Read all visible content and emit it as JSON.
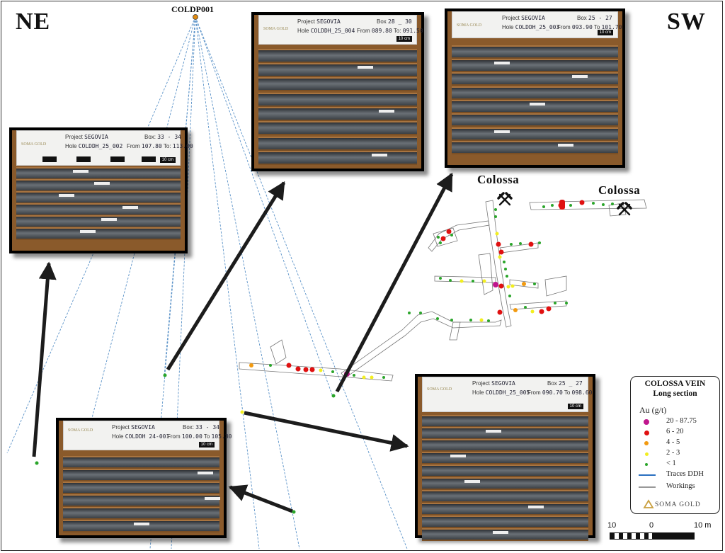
{
  "directions": {
    "left": "NE",
    "right": "SW"
  },
  "collar": {
    "label": "COLDP001"
  },
  "mines": [
    {
      "label": "Colossa"
    },
    {
      "label": "Colossa"
    }
  ],
  "core_boxes": [
    {
      "id": "box-a",
      "project": "SEGOVIA",
      "box": "33 - 34",
      "hole": "COLDDH_25_002",
      "from": "107.80",
      "to": "113.00",
      "brand": "SOMA GOLD",
      "scale": "10 cm"
    },
    {
      "id": "box-b",
      "project": "SEGOVIA",
      "box": "28 _ 30",
      "hole": "COLDDH_25_004",
      "from": "089.80",
      "to": "091.50",
      "brand": "SOMA GOLD",
      "scale": "10 cm"
    },
    {
      "id": "box-c",
      "project": "SEGOVIA",
      "box": "25 - 27",
      "hole": "COLDDH_25_003",
      "from": "093.90",
      "to": "101.70",
      "brand": "SOMA GOLD",
      "scale": "10 cm"
    },
    {
      "id": "box-d",
      "project": "SEGOVIA",
      "box": "33 - 34",
      "hole": "COLDDH 24-001",
      "from": "100.00",
      "to": "105.30",
      "brand": "SOMA GOLD",
      "scale": "10 cm"
    },
    {
      "id": "box-e",
      "project": "SEGOVIA",
      "box": "25 _ 27",
      "hole": "COLDDH_25_005",
      "from": "090.70",
      "to": "098.60",
      "brand": "SOMA GOLD",
      "scale": "10 cm"
    }
  ],
  "legend": {
    "title": "COLOSSA VEIN",
    "subtitle": "Long section",
    "unit": "Au (g/t)",
    "classes": [
      {
        "label": "20 - 87.75",
        "color": "#c0168d",
        "size": 8
      },
      {
        "label": "6 - 20",
        "color": "#e01010",
        "size": 7
      },
      {
        "label": "4 - 5",
        "color": "#f29a10",
        "size": 6
      },
      {
        "label": "2 - 3",
        "color": "#f2ee20",
        "size": 5
      },
      {
        "label": "< 1",
        "color": "#2aa52a",
        "size": 4
      }
    ],
    "lines": [
      {
        "label": "Traces DDH",
        "color": "#2a6fc0"
      },
      {
        "label": "Workings",
        "color": "#999999"
      }
    ],
    "brand": "SOMA GOLD"
  },
  "scale_bar": {
    "labels": [
      "10",
      "0",
      "10 m"
    ]
  },
  "colors": {
    "trace": "#5a92c8",
    "arrow": "#1c1c1c",
    "collar": "#e08a10",
    "working": "#777777"
  }
}
